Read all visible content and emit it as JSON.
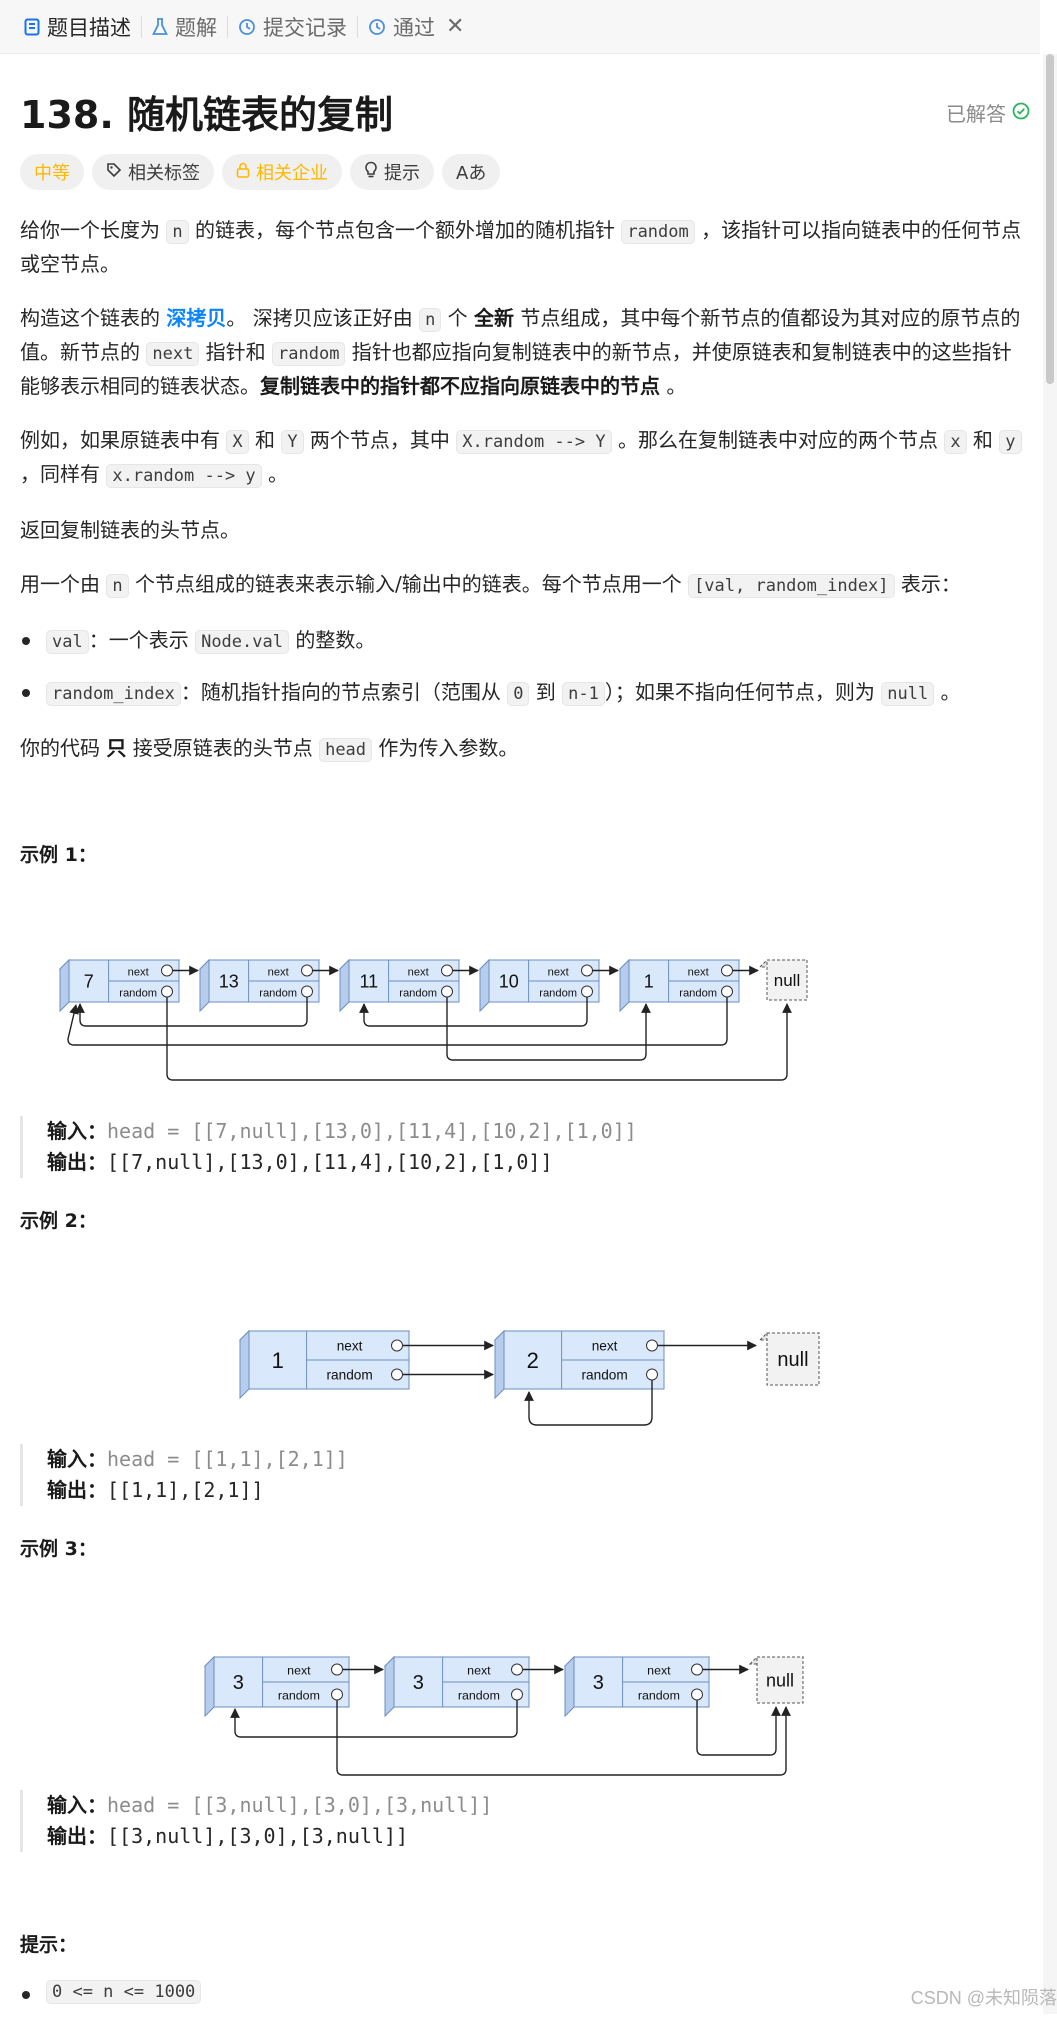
{
  "tabs": [
    {
      "label": "题目描述",
      "icon": "description-icon"
    },
    {
      "label": "题解",
      "icon": "flask-icon"
    },
    {
      "label": "提交记录",
      "icon": "history-icon"
    },
    {
      "label": "通过",
      "icon": "history-icon"
    }
  ],
  "problem": {
    "title": "138. 随机链表的复制",
    "status": "已解答",
    "tags": {
      "difficulty": "中等",
      "related_tags": "相关标签",
      "related_companies": "相关企业",
      "hints": "提示",
      "translate": "Aあ"
    }
  },
  "desc": {
    "p1": [
      "给你一个长度为 ",
      "n",
      " 的链表，每个节点包含一个额外增加的随机指针 ",
      "random",
      " ，该指针可以指向链表中的任何节点或空节点。"
    ],
    "p2": [
      "构造这个链表的 ",
      "深拷贝",
      "。 深拷贝应该正好由 ",
      "n",
      " 个 ",
      "全新",
      " 节点组成，其中每个新节点的值都设为其对应的原节点的值。新节点的 ",
      "next",
      " 指针和 ",
      "random",
      " 指针也都应指向复制链表中的新节点，并使原链表和复制链表中的这些指针能够表示相同的链表状态。",
      "复制链表中的指针都不应指向原链表中的节点",
      " 。"
    ],
    "p3": [
      "例如，如果原链表中有 ",
      "X",
      " 和 ",
      "Y",
      " 两个节点，其中 ",
      "X.random --> Y",
      " 。那么在复制链表中对应的两个节点 ",
      "x",
      " 和 ",
      "y",
      " ，同样有 ",
      "x.random --> y",
      " 。"
    ],
    "p4": "返回复制链表的头节点。",
    "p5": [
      "用一个由 ",
      "n",
      " 个节点组成的链表来表示输入/输出中的链表。每个节点用一个 ",
      "[val, random_index]",
      " 表示："
    ],
    "li1": [
      "val",
      "：一个表示 ",
      "Node.val",
      " 的整数。"
    ],
    "li2": [
      "random_index",
      "：随机指针指向的节点索引（范围从 ",
      "0",
      " 到 ",
      "n-1",
      "）；如果不指向任何节点，则为  ",
      "null",
      " 。"
    ],
    "p6": [
      "你的代码 ",
      "只",
      " 接受原链表的头节点 ",
      "head",
      " 作为传入参数。"
    ]
  },
  "examples": [
    {
      "title": "示例 1：",
      "input_label": "输入：",
      "input": "head = [[7,null],[13,0],[11,4],[10,2],[1,0]]",
      "output_label": "输出：",
      "output": "[[7,null],[13,0],[11,4],[10,2],[1,0]]",
      "nodes": [
        "7",
        "13",
        "11",
        "10",
        "1"
      ]
    },
    {
      "title": "示例 2：",
      "input_label": "输入：",
      "input": "head = [[1,1],[2,1]]",
      "output_label": "输出：",
      "output": "[[1,1],[2,1]]",
      "nodes": [
        "1",
        "2"
      ]
    },
    {
      "title": "示例 3：",
      "input_label": "输入：",
      "input": "head = [[3,null],[3,0],[3,null]]",
      "output_label": "输出：",
      "output": "[[3,null],[3,0],[3,null]]",
      "nodes": [
        "3",
        "3",
        "3"
      ]
    }
  ],
  "diagram_labels": {
    "next": "next",
    "random": "random",
    "null": "null"
  },
  "hints": {
    "title": "提示：",
    "items": [
      "0 <= n <= 1000"
    ]
  },
  "watermark": "CSDN @未知陨落",
  "colors": {
    "node_fill": "#dae8fc",
    "node_stroke": "#6c8ebf",
    "accent": "#0a84ff",
    "easy_medium": "#ffb800",
    "solved": "#2db55d"
  }
}
